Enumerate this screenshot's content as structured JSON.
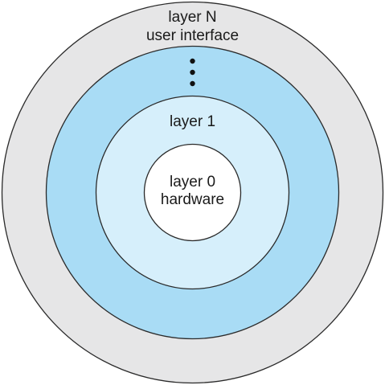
{
  "layers": {
    "outer": {
      "line1": "layer N",
      "line2": "user interface",
      "color": "#e6e6e7"
    },
    "middle": {
      "color": "#a9dcf5",
      "ellipsis": "⋮"
    },
    "inner": {
      "line1": "layer 1",
      "color": "#d6effb"
    },
    "core": {
      "line1": "layer 0",
      "line2": "hardware",
      "color": "#ffffff"
    }
  },
  "stroke_color": "#2a2a2a"
}
